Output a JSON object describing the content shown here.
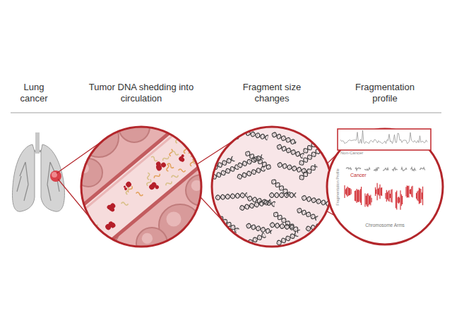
{
  "diagram": {
    "labels": [
      "Lung cancer",
      "Tumor DNA shedding into circulation",
      "Fragment size changes",
      "Fragmentation profile",
      "Non-Cancer",
      "Fragmentation Profile",
      "Cancer",
      "Chromosome Arms"
    ]
  }
}
